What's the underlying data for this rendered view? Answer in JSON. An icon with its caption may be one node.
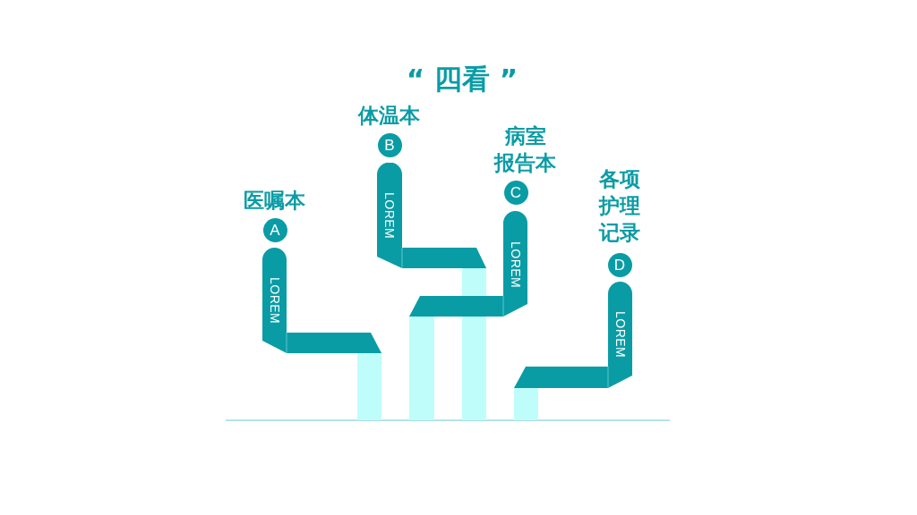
{
  "diagram": {
    "title": "“ 四看 ”",
    "nodes": [
      {
        "text": [
          "医嘱本",
          "A"
        ]
      },
      {
        "text": [
          "LOREM"
        ]
      },
      {
        "text": [
          "体温本",
          "B"
        ]
      },
      {
        "text": [
          "LOREM"
        ]
      },
      {
        "text": [
          "病室报告本",
          "C"
        ]
      },
      {
        "text": [
          "LOREM"
        ]
      },
      {
        "text": [
          "各项护理记录",
          "D"
        ]
      },
      {
        "text": [
          "LOREM"
        ]
      }
    ]
  }
}
